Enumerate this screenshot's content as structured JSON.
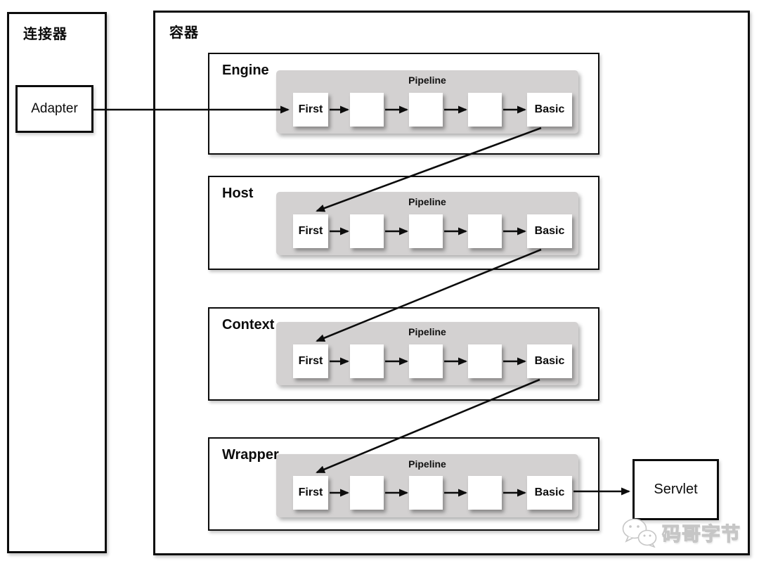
{
  "connector": {
    "label": "连接器",
    "adapter_label": "Adapter"
  },
  "container": {
    "label": "容器"
  },
  "sections": [
    {
      "label": "Engine",
      "pipeline_label": "Pipeline",
      "valves": [
        "First",
        "",
        "",
        "",
        "Basic"
      ]
    },
    {
      "label": "Host",
      "pipeline_label": "Pipeline",
      "valves": [
        "First",
        "",
        "",
        "",
        "Basic"
      ]
    },
    {
      "label": "Context",
      "pipeline_label": "Pipeline",
      "valves": [
        "First",
        "",
        "",
        "",
        "Basic"
      ]
    },
    {
      "label": "Wrapper",
      "pipeline_label": "Pipeline",
      "valves": [
        "First",
        "",
        "",
        "",
        "Basic"
      ]
    }
  ],
  "servlet": {
    "label": "Servlet"
  },
  "watermark": {
    "text": "码哥字节",
    "icon": "wechat-icon"
  },
  "colors": {
    "line": "#0c0c0c",
    "pipeline_background": "#d3d1d1",
    "box_background": "#ffffff",
    "watermark_gray": "#c6c6c6"
  },
  "flow": [
    "Adapter -> Engine.First",
    "Engine.Basic -> Host.First",
    "Host.Basic -> Context.First",
    "Context.Basic -> Wrapper.First",
    "Wrapper.Basic -> Servlet"
  ]
}
